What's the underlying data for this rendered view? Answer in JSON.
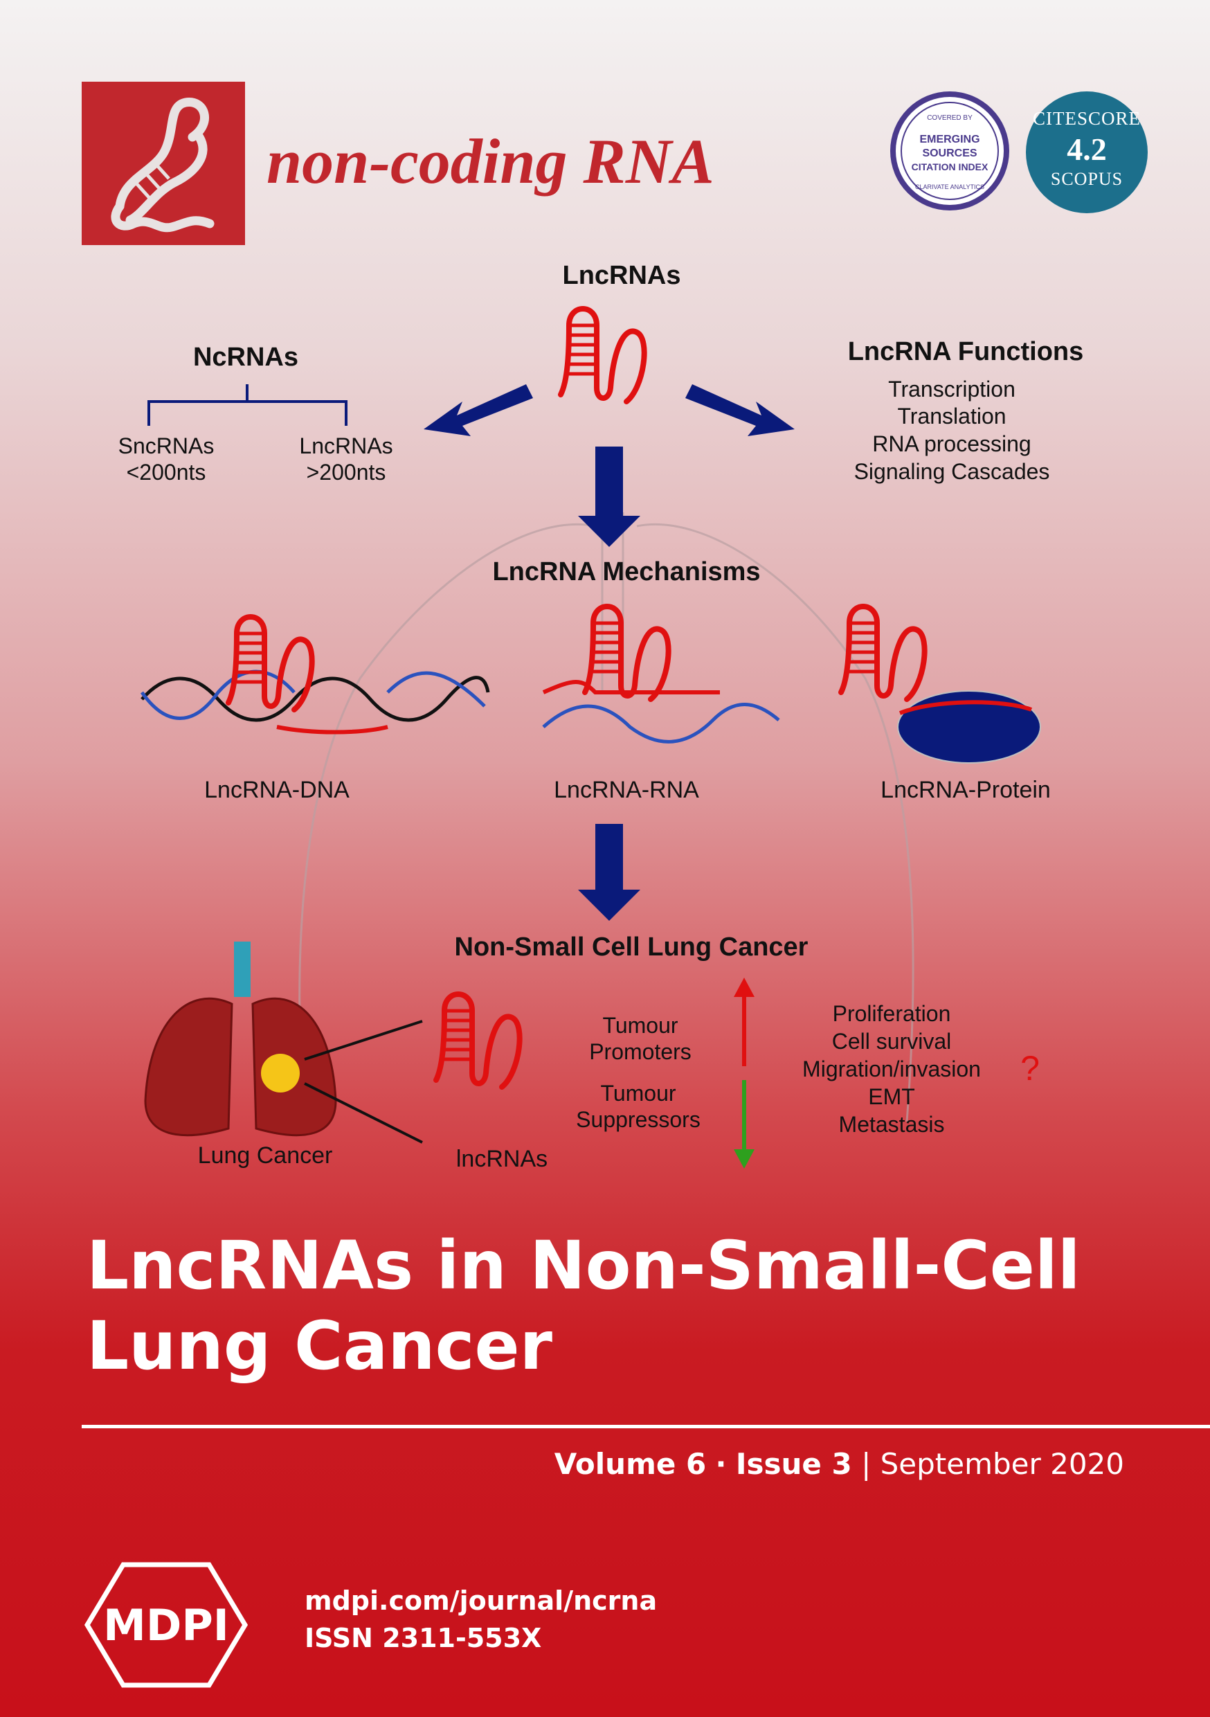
{
  "journal": {
    "name": "non-coding RNA",
    "esci_badge": {
      "line1": "COVERED BY",
      "line2": "EMERGING",
      "line3": "SOURCES",
      "line4": "CITATION INDEX",
      "line5": "CLARIVATE ANALYTICS"
    },
    "citescore": {
      "label": "CITESCORE",
      "value": "4.2",
      "source": "SCOPUS"
    }
  },
  "figure": {
    "top_label": "LncRNAs",
    "ncrnas": {
      "title": "NcRNAs",
      "left_name": "SncRNAs",
      "left_size": "<200nts",
      "right_name": "LncRNAs",
      "right_size": ">200nts"
    },
    "functions": {
      "title": "LncRNA Functions",
      "items": [
        "Transcription",
        "Translation",
        "RNA processing",
        "Signaling Cascades"
      ]
    },
    "mechanisms": {
      "title": "LncRNA Mechanisms",
      "dna": "LncRNA-DNA",
      "rna": "LncRNA-RNA",
      "protein": "LncRNA-Protein"
    },
    "nsclc": {
      "title": "Non-Small Cell Lung Cancer",
      "lung_label": "Lung Cancer",
      "lnc_label": "lncRNAs",
      "promoters": [
        "Tumour",
        "Promoters"
      ],
      "suppressors": [
        "Tumour",
        "Suppressors"
      ],
      "effects": [
        "Proliferation",
        "Cell survival",
        "Migration/invasion",
        "EMT",
        "Metastasis"
      ],
      "question": "?"
    }
  },
  "article": {
    "title_line1": "LncRNAs in Non-Small-Cell",
    "title_line2": "Lung Cancer"
  },
  "issue": {
    "volume": "Volume 6",
    "separator": "·",
    "issue": "Issue 3",
    "divider": "|",
    "date": "September 2020"
  },
  "publisher": {
    "logo": "MDPI",
    "url": "mdpi.com/journal/ncrna",
    "issn": "ISSN 2311-553X"
  },
  "colors": {
    "brand_red": "#c1272d",
    "arrow_blue": "#0a1a7a",
    "citescore_teal": "#1c6f8c"
  },
  "icons": [
    "dna-helix-icon",
    "lncrna-hairpin-icon",
    "lung-icon",
    "arrow-up-icon",
    "arrow-down-icon"
  ]
}
